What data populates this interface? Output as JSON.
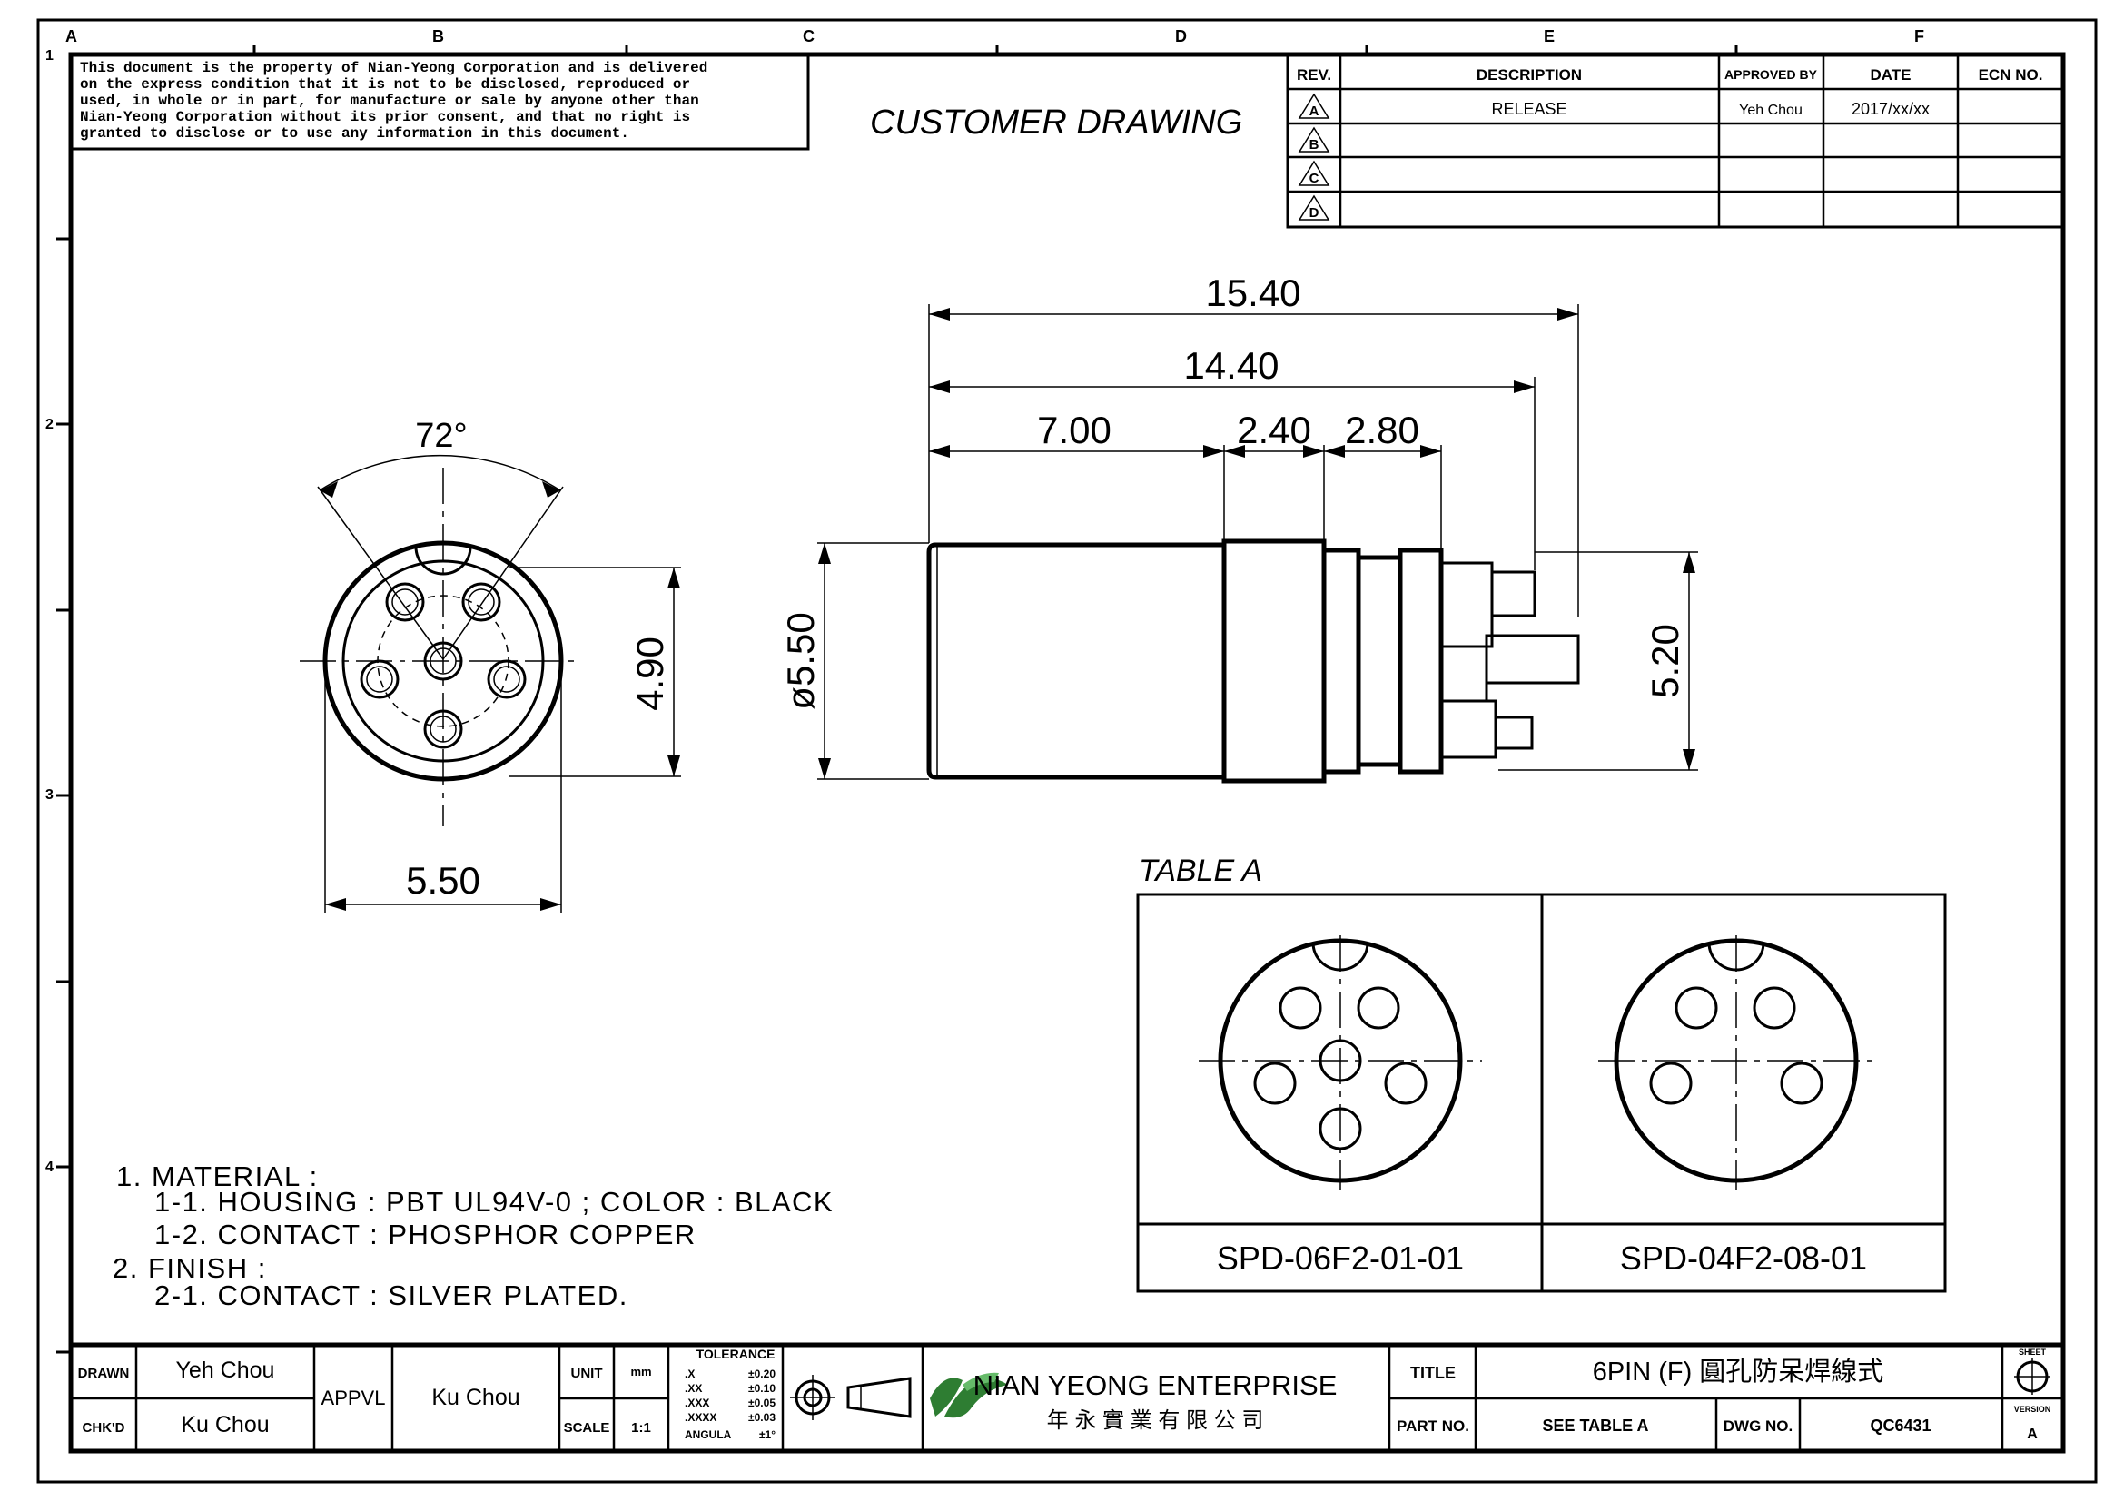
{
  "border": {
    "columns": [
      "A",
      "B",
      "C",
      "D",
      "E",
      "F"
    ],
    "rows": [
      "1",
      "2",
      "3",
      "4"
    ]
  },
  "notice": {
    "lines": [
      "This document is the property of Nian-Yeong Corporation and is delivered",
      "on  the  express condition that it is not to be disclosed, reproduced or",
      "used, in whole or in part, for manufacture or sale by anyone other than",
      "Nian-Yeong Corporation without  its prior consent, and that  no right  is",
      "granted to disclose or to use any information in this  document."
    ]
  },
  "heading": "CUSTOMER  DRAWING",
  "revision_table": {
    "headers": [
      "REV.",
      "DESCRIPTION",
      "APPROVED BY",
      "DATE",
      "ECN NO."
    ],
    "rows": [
      {
        "rev": "A",
        "description": "RELEASE",
        "approved_by": "Yeh Chou",
        "date": "2017/xx/xx",
        "ecn": ""
      },
      {
        "rev": "B",
        "description": "",
        "approved_by": "",
        "date": "",
        "ecn": ""
      },
      {
        "rev": "C",
        "description": "",
        "approved_by": "",
        "date": "",
        "ecn": ""
      },
      {
        "rev": "D",
        "description": "",
        "approved_by": "",
        "date": "",
        "ecn": ""
      }
    ]
  },
  "front_view": {
    "angle": "72°",
    "height_dim": "4.90",
    "width_dim": "5.50"
  },
  "side_view": {
    "dim_overall": "15.40",
    "dim_body": "14.40",
    "dim_a": "7.00",
    "dim_b": "2.40",
    "dim_c": "2.80",
    "dim_diameter": "ø5.50",
    "dim_height": "5.20"
  },
  "table_a": {
    "title": "TABLE A",
    "parts": [
      "SPD-06F2-01-01",
      "SPD-04F2-08-01"
    ]
  },
  "notes": [
    "1.  MATERIAL  :",
    "1-1.  HOUSING  :  PBT  UL94V-0  ;  COLOR  :  BLACK",
    "1-2.  CONTACT  :  PHOSPHOR  COPPER",
    "2.  FINISH  :",
    "2-1.  CONTACT  :  SILVER  PLATED."
  ],
  "title_block": {
    "drawn_label": "DRAWN",
    "drawn_value": "Yeh Chou",
    "checked_label": "CHK'D",
    "checked_value": "Ku Chou",
    "approval_label": "APPVL",
    "approval_value": "Ku Chou",
    "unit_label": "UNIT",
    "unit_value": "mm",
    "scale_label": "SCALE",
    "scale_value": "1:1",
    "tolerance_title": "TOLERANCE",
    "tolerances": [
      {
        "label": ".X",
        "value": "±0.20"
      },
      {
        "label": ".XX",
        "value": "±0.10"
      },
      {
        "label": ".XXX",
        "value": "±0.05"
      },
      {
        "label": ".XXXX",
        "value": "±0.03"
      },
      {
        "label": "ANGULA",
        "value": "±1°"
      }
    ],
    "company_name": "NIAN YEONG ENTERPRISE",
    "company_chinese": "年 永 實 業 有 限 公 司",
    "title_label": "TITLE",
    "title_value": "6PIN (F) 圓孔防呆焊線式",
    "part_no_label": "PART NO.",
    "part_no_value": "SEE TABLE A",
    "dwg_no_label": "DWG NO.",
    "dwg_no_value": "QC6431",
    "sheet_label": "SHEET",
    "version_label": "VERSION",
    "version_value": "A"
  },
  "colors": {
    "logo_green": "#2e7d32",
    "ink": "#000000"
  }
}
